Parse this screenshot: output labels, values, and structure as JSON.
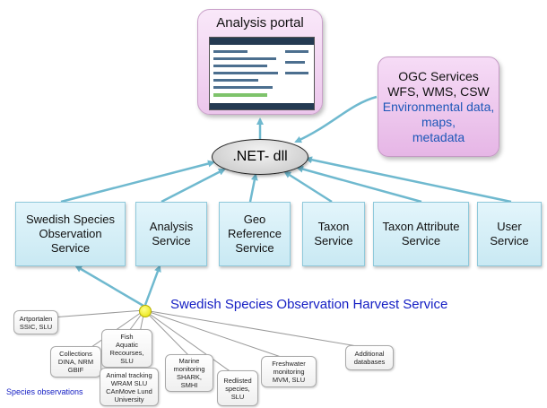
{
  "portal": {
    "title": "Analysis portal"
  },
  "ogc": {
    "line1": "OGC Services",
    "line2": "WFS, WMS, CSW",
    "line3": "Environmental data,",
    "line4": "maps,",
    "line5": "metadata"
  },
  "dll": {
    "label": ".NET- dll"
  },
  "services": [
    {
      "line1": "Swedish Species",
      "line2": "Observation",
      "line3": "Service"
    },
    {
      "line1": "Analysis",
      "line2": "Service"
    },
    {
      "line1": "Geo",
      "line2": "Reference",
      "line3": "Service"
    },
    {
      "line1": "Taxon",
      "line2": "Service"
    },
    {
      "line1": "Taxon Attribute",
      "line2": "Service"
    },
    {
      "line1": "User",
      "line2": "Service"
    }
  ],
  "harvest": {
    "label": "Swedish Species Observation Harvest Service"
  },
  "sources": [
    {
      "line1": "Artportalen",
      "line2": "SSIC, SLU"
    },
    {
      "line1": "Collections",
      "line2": "DINA, NRM",
      "line3": "GBIF"
    },
    {
      "line1": "Fish",
      "line2": "Aquatic",
      "line3": "Recourses,",
      "line4": "SLU"
    },
    {
      "line1": "Animal tracking",
      "line2": "WRAM SLU",
      "line3": "CAnMove Lund",
      "line4": "University"
    },
    {
      "line1": "Marine",
      "line2": "monitoring",
      "line3": "SHARK,",
      "line4": "SMHI"
    },
    {
      "line1": "Redlisted",
      "line2": "species,",
      "line3": "SLU"
    },
    {
      "line1": "Freshwater",
      "line2": "monitoring",
      "line3": "MVM, SLU"
    },
    {
      "line1": "Additional",
      "line2": "databases"
    }
  ],
  "species_label": "Species observations",
  "colors": {
    "arrow": "#6fb9cf",
    "source_line": "#9a9a9a",
    "harvest_text": "#1620c4",
    "ogc_text": "#1d57b8"
  }
}
